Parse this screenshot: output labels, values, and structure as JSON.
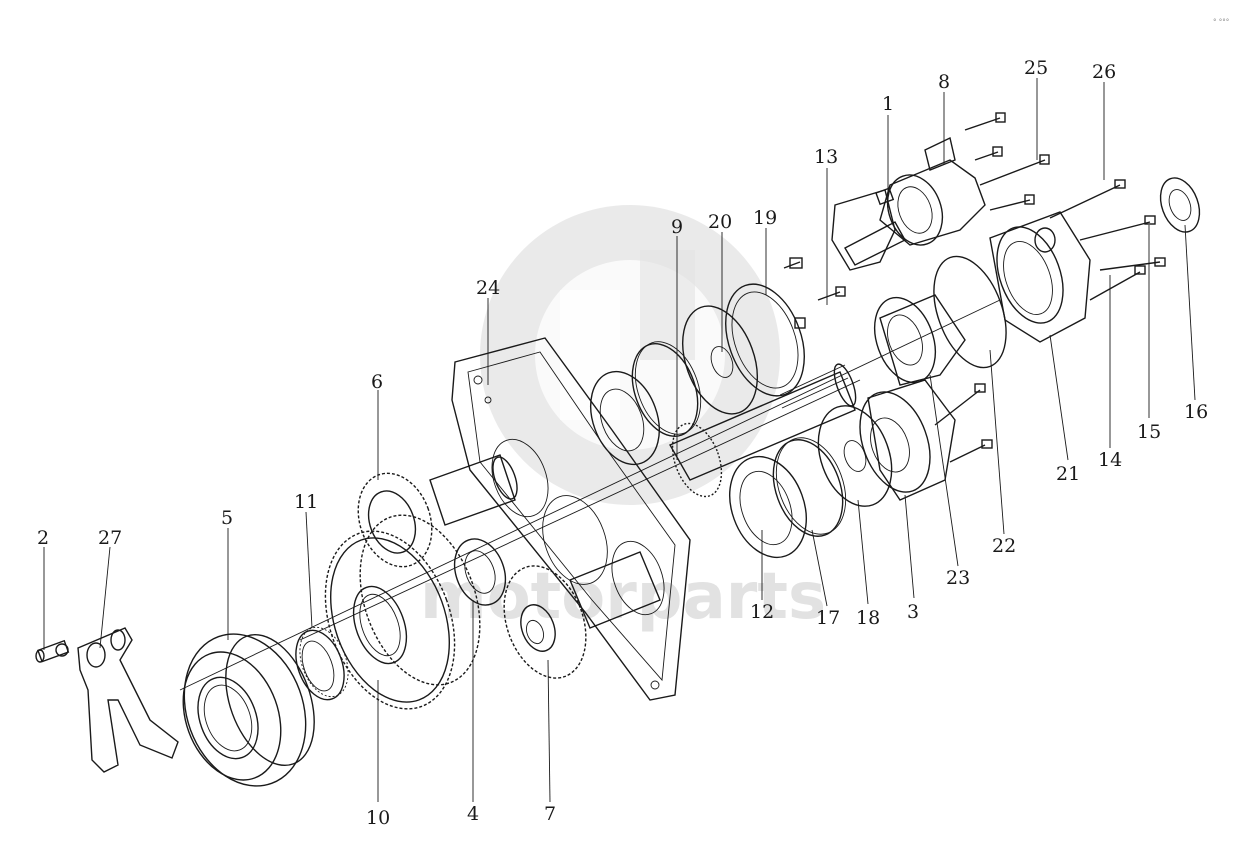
{
  "watermark": {
    "text": "motorparts",
    "corner_text": "° °°°"
  },
  "callouts": [
    {
      "id": "c1",
      "label": "1"
    },
    {
      "id": "c2",
      "label": "2"
    },
    {
      "id": "c3",
      "label": "3"
    },
    {
      "id": "c4",
      "label": "4"
    },
    {
      "id": "c5",
      "label": "5"
    },
    {
      "id": "c6",
      "label": "6"
    },
    {
      "id": "c7",
      "label": "7"
    },
    {
      "id": "c8",
      "label": "8"
    },
    {
      "id": "c9",
      "label": "9"
    },
    {
      "id": "c10",
      "label": "10"
    },
    {
      "id": "c11",
      "label": "11"
    },
    {
      "id": "c12",
      "label": "12"
    },
    {
      "id": "c13",
      "label": "13"
    },
    {
      "id": "c14",
      "label": "14"
    },
    {
      "id": "c15",
      "label": "15"
    },
    {
      "id": "c16",
      "label": "16"
    },
    {
      "id": "c17",
      "label": "17"
    },
    {
      "id": "c18",
      "label": "18"
    },
    {
      "id": "c19",
      "label": "19"
    },
    {
      "id": "c20",
      "label": "20"
    },
    {
      "id": "c21",
      "label": "21"
    },
    {
      "id": "c22",
      "label": "22"
    },
    {
      "id": "c23",
      "label": "23"
    },
    {
      "id": "c24",
      "label": "24"
    },
    {
      "id": "c25",
      "label": "25"
    },
    {
      "id": "c26",
      "label": "26"
    },
    {
      "id": "c27",
      "label": "27"
    }
  ]
}
